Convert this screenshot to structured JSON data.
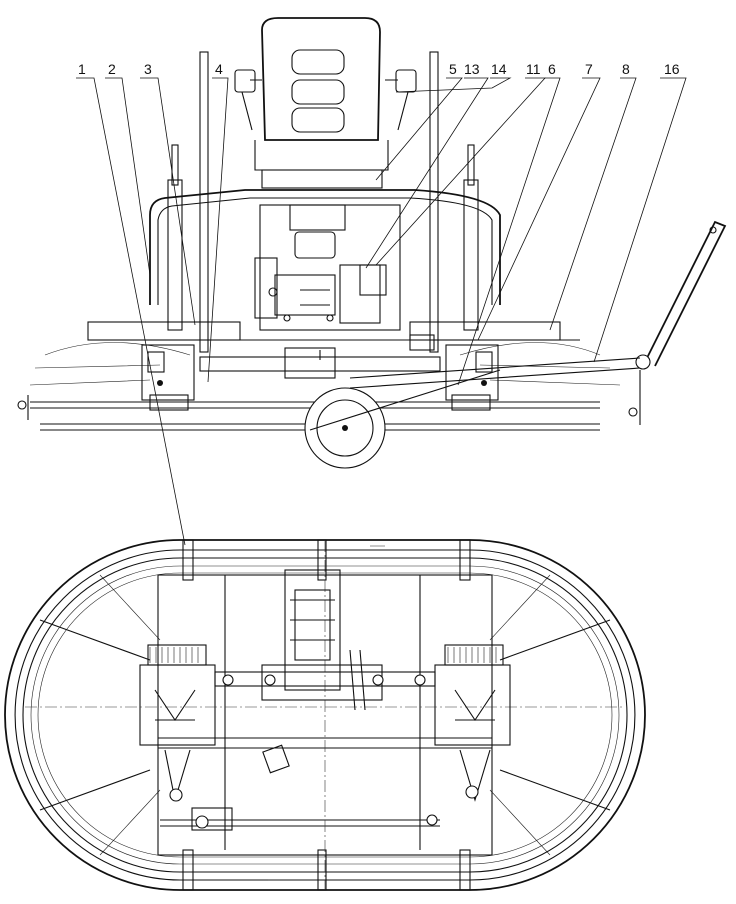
{
  "callouts": [
    {
      "id": "c1",
      "text": "1"
    },
    {
      "id": "c2",
      "text": "2"
    },
    {
      "id": "c3",
      "text": "3"
    },
    {
      "id": "c4",
      "text": "4"
    },
    {
      "id": "c5",
      "text": "5"
    },
    {
      "id": "c13",
      "text": "13"
    },
    {
      "id": "c14",
      "text": "14"
    },
    {
      "id": "c11",
      "text": "11"
    },
    {
      "id": "c6",
      "text": "6"
    },
    {
      "id": "c7",
      "text": "7"
    },
    {
      "id": "c8",
      "text": "8"
    },
    {
      "id": "c16",
      "text": "16"
    }
  ]
}
